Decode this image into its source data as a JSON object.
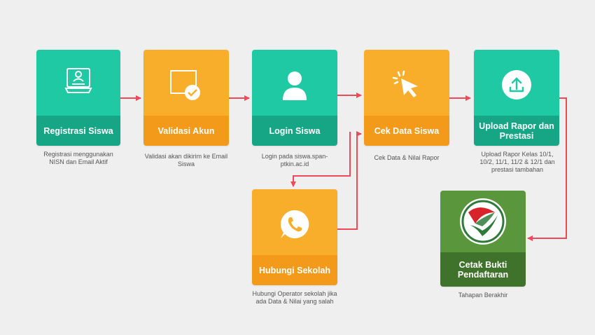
{
  "steps": [
    {
      "title": "Registrasi Siswa",
      "desc": "Registrasi menggunakan NISN dan Email Aktif",
      "icon": "registration-form-icon",
      "color_top": "#1ec9a4",
      "color_bot": "#16a686"
    },
    {
      "title": "Validasi Akun",
      "desc": "Validasi akan dikirim ke Email Siswa",
      "icon": "validation-check-icon",
      "color_top": "#f8ae2a",
      "color_bot": "#f39a1b"
    },
    {
      "title": "Login Siswa",
      "desc": "Login pada siswa.span-ptkin.ac.id",
      "icon": "user-icon",
      "color_top": "#1ec9a4",
      "color_bot": "#16a686"
    },
    {
      "title": "Cek Data Siswa",
      "desc": "Cek Data & Nilai Rapor",
      "icon": "cursor-click-icon",
      "color_top": "#f8ae2a",
      "color_bot": "#f39a1b"
    },
    {
      "title": "Upload Rapor dan Prestasi",
      "desc": "Upload Rapor Kelas 10/1, 10/2, 11/1, 11/2 & 12/1 dan prestasi tambahan",
      "icon": "upload-icon",
      "color_top": "#1ec9a4",
      "color_bot": "#16a686"
    },
    {
      "title": "Hubungi Sekolah",
      "desc": "Hubungi Operator sekolah jika ada Data & Nilai yang salah",
      "icon": "whatsapp-icon",
      "color_top": "#f8ae2a",
      "color_bot": "#f39a1b"
    },
    {
      "title": "Cetak Bukti Pendaftaran",
      "desc": "Tahapan Berakhir",
      "icon": "ptkin-logo-icon",
      "color_top": "#5a963b",
      "color_bot": "#3f722a"
    }
  ],
  "arrow_color": "#ef4a5a"
}
